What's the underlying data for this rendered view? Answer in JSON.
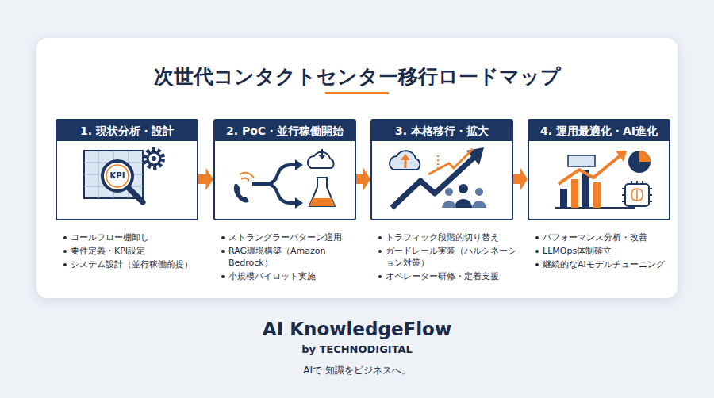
{
  "diagram": {
    "title": "次世代コンタクトセンター移行ロードマップ",
    "nodes": [
      {
        "text": [
          "1. 現状分析・設計"
        ]
      },
      {
        "text": [
          "2. PoC・並行稼働開始"
        ]
      },
      {
        "text": [
          "3. 本格移行・拡大"
        ]
      },
      {
        "text": [
          "4. 運用最適化・AI進化"
        ]
      }
    ],
    "edges": [
      {
        "from": 0,
        "to": 1,
        "arrow": "to"
      },
      {
        "from": 1,
        "to": 2,
        "arrow": "to"
      },
      {
        "from": 2,
        "to": 3,
        "arrow": "to"
      }
    ],
    "labels": [
      "KPI",
      "コールフロー棚卸し",
      "要件定義・KPI設定",
      "システム設計（並行稼働前提）",
      "ストラングラーパターン適用",
      "RAG環境構築（Amazon Bedrock）",
      "小規模パイロット実施",
      "トラフィック段階的切り替え",
      "ガードレール実装（ハルシネーション対策）",
      "オペレーター研修・定着支援",
      "パフォーマンス分析・改善",
      "LLMOps体制確立",
      "継続的なAIモデルチューニング",
      "AI KnowledgeFlow",
      "by TECHNODIGITAL",
      "AIで 知識をビジネスへ。"
    ]
  }
}
